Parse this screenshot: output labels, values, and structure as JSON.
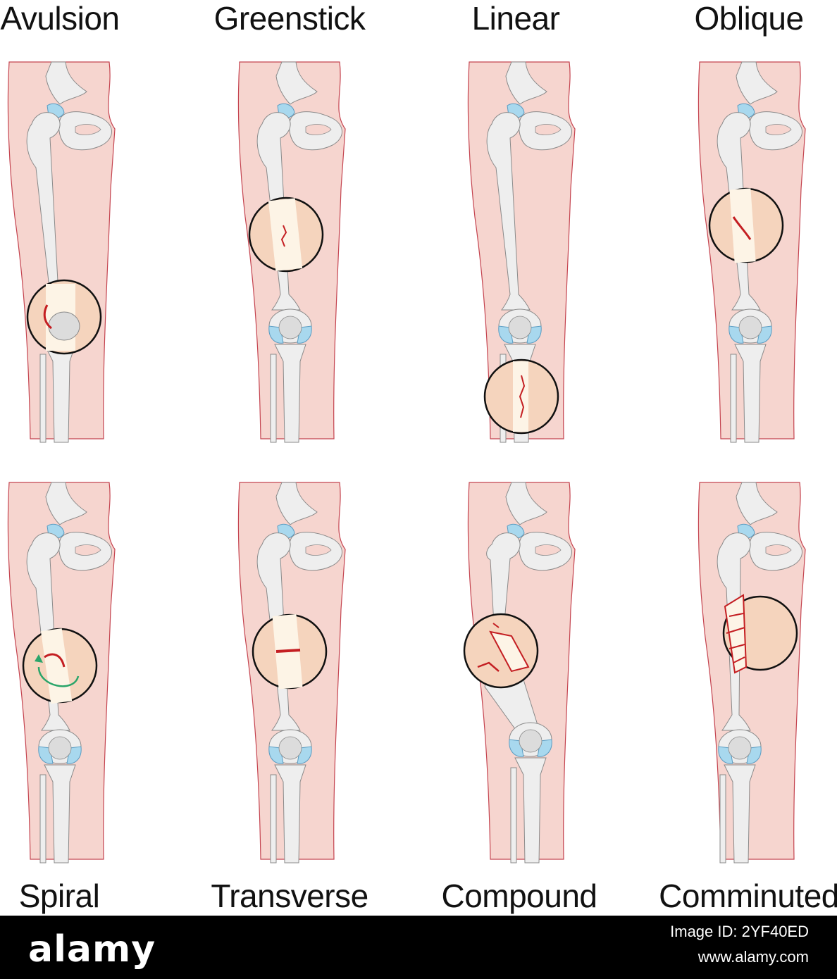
{
  "labels": {
    "avulsion": "Avulsion",
    "greenstick": "Greenstick",
    "linear": "Linear",
    "oblique": "Oblique",
    "spiral": "Spiral",
    "transverse": "Transverse",
    "compound": "Compound",
    "comminuted": "Comminuted"
  },
  "footer": {
    "brand": "alamy",
    "image_id": "Image ID: 2YF40ED",
    "url": "www.alamy.com"
  },
  "colors": {
    "skin": "#f6d5cf",
    "skin_outline": "#c4434f",
    "bone": "#eeeeee",
    "bone_outline": "#8a8a8a",
    "cartilage": "#a8d8ee",
    "fracture": "#c41e22",
    "zoom_fill": "#f5d4bd",
    "arrow": "#2aa56a"
  }
}
